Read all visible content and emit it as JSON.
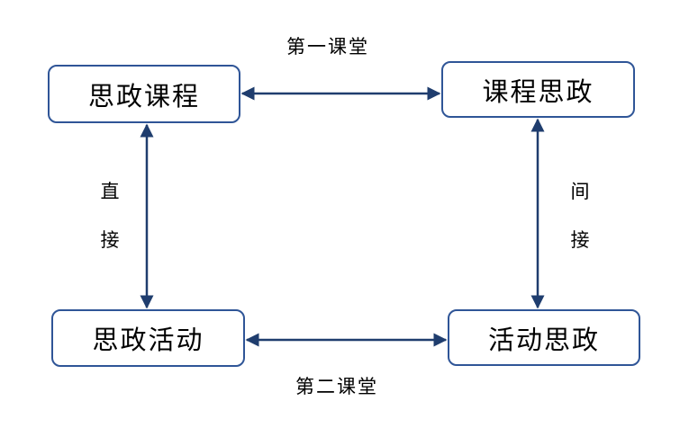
{
  "nodes": {
    "top_left": "思政课程",
    "top_right": "课程思政",
    "bottom_left": "思政活动",
    "bottom_right": "活动思政"
  },
  "edges": {
    "top": "第一课堂",
    "bottom": "第二课堂",
    "left_line1": "直",
    "left_line2": "接",
    "right_line1": "间",
    "right_line2": "接"
  },
  "colors": {
    "border": "#2f5597",
    "arrow": "#1f3d6e"
  }
}
